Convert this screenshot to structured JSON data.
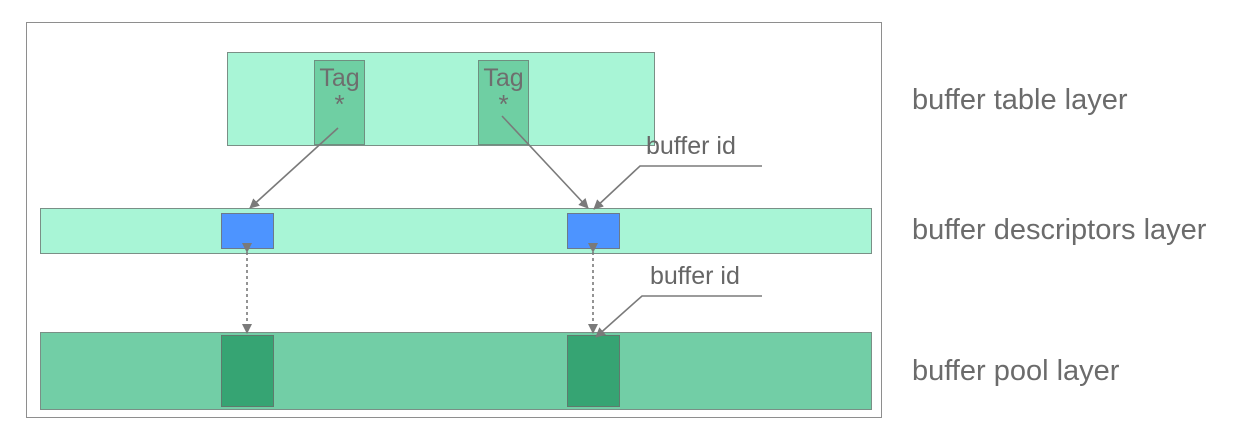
{
  "layers": [
    {
      "label": "buffer table layer"
    },
    {
      "label": "buffer descriptors layer"
    },
    {
      "label": "buffer pool layer"
    }
  ],
  "tags": [
    {
      "label": "Tag",
      "symbol": "*"
    },
    {
      "label": "Tag",
      "symbol": "*"
    }
  ],
  "callouts": [
    {
      "label": "buffer id"
    },
    {
      "label": "buffer id"
    }
  ],
  "colors": {
    "table_layer": "#a8f5d6",
    "tag": "#6fcfa3",
    "descriptor": "#4d94ff",
    "pool_layer": "#72cea6",
    "page": "#36a473",
    "text": "#6b6b6b",
    "lines": "#7a7a7a"
  }
}
